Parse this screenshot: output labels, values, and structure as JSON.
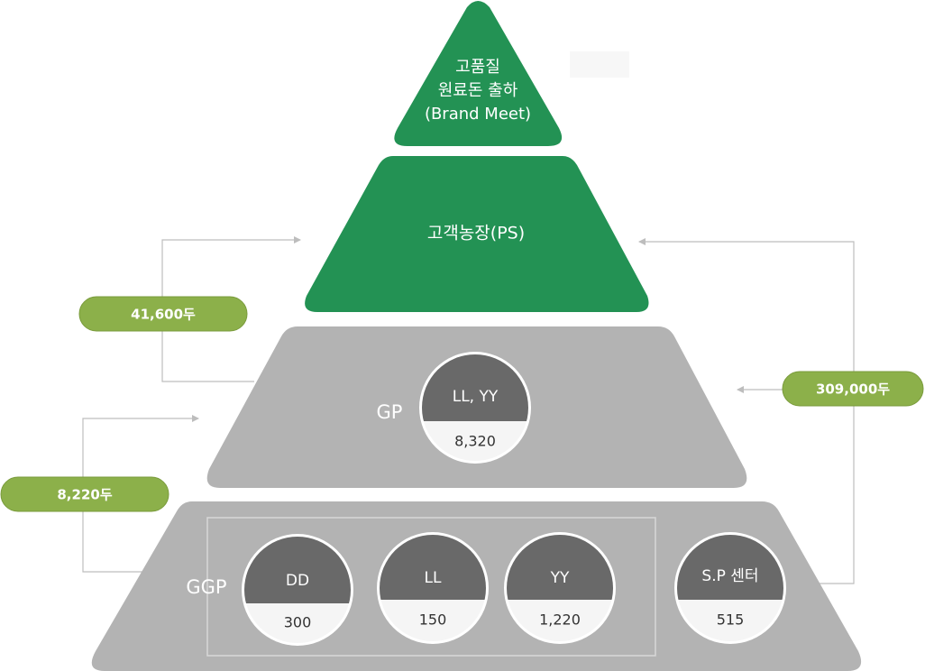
{
  "top_tier": {
    "line1": "고품질",
    "line2": "원료돈 출하",
    "line3": "(Brand Meet)"
  },
  "ps_tier": {
    "label": "고객농장(PS)"
  },
  "gp_tier": {
    "label": "GP",
    "circle": {
      "name": "LL, YY",
      "value": "8,320"
    }
  },
  "ggp_tier": {
    "label": "GGP",
    "circles": [
      {
        "name": "DD",
        "value": "300"
      },
      {
        "name": "LL",
        "value": "150"
      },
      {
        "name": "YY",
        "value": "1,220"
      }
    ]
  },
  "sp_center": {
    "name": "S.P 센터",
    "value": "515"
  },
  "badges": {
    "gp_to_ps": "41,600두",
    "ggp_to_gp": "8,220두",
    "sp_to_tiers": "309,000두"
  },
  "colors": {
    "green": "#239254",
    "gray": "#b3b3b3",
    "dark_gray": "#696969",
    "light": "#f5f5f5",
    "badge": "#8cb04a"
  }
}
